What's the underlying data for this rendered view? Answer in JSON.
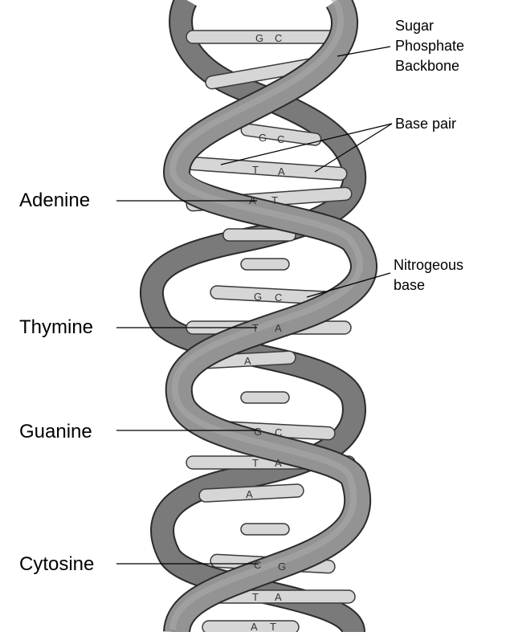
{
  "diagram": {
    "left_labels": {
      "adenine": "Adenine",
      "thymine": "Thymine",
      "guanine": "Guanine",
      "cytosine": "Cytosine"
    },
    "right_labels": {
      "backbone": [
        "Sugar",
        "Phosphate",
        "Backbone"
      ],
      "base_pair": "Base pair",
      "nitrogenous_base": [
        "Nitrogeous",
        "base"
      ]
    },
    "base_pairs": [
      "G",
      "C",
      "T",
      "A",
      "A",
      "T",
      "G",
      "C",
      "T",
      "A",
      "A",
      "G",
      "C",
      "T",
      "A",
      "A",
      "C",
      "G",
      "T",
      "A",
      "A",
      "T"
    ],
    "colors": {
      "strand_fill": "#8c8c8c",
      "strand_edge": "#2b2b2b",
      "rung_fill": "#d6d6d6",
      "rung_edge": "#3a3a3a",
      "text": "#000000"
    }
  }
}
